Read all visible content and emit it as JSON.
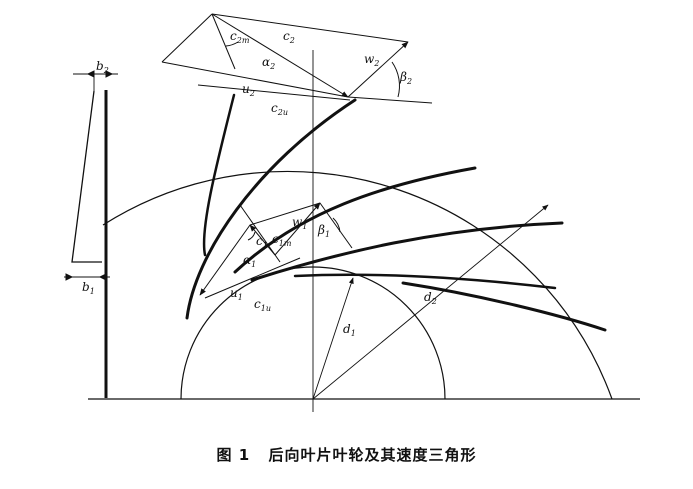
{
  "caption": {
    "figure_number": "图 1",
    "title": "后向叶片叶轮及其速度三角形"
  },
  "labels": {
    "b2": {
      "main": "b",
      "sub": "2"
    },
    "b1": {
      "main": "b",
      "sub": "1"
    },
    "c2": {
      "main": "c",
      "sub": "2"
    },
    "w2": {
      "main": "w",
      "sub": "2"
    },
    "beta2": {
      "main": "β",
      "sub": "2"
    },
    "alpha2": {
      "main": "α",
      "sub": "2"
    },
    "c2m": {
      "main": "c",
      "sub": "2m"
    },
    "u2": {
      "main": "u",
      "sub": "2"
    },
    "c2u": {
      "main": "c",
      "sub": "2u"
    },
    "w1": {
      "main": "w",
      "sub": "1"
    },
    "beta1": {
      "main": "β",
      "sub": "1"
    },
    "c1": {
      "main": "c",
      "sub": "1"
    },
    "c1m": {
      "main": "c",
      "sub": "1m"
    },
    "alpha1": {
      "main": "α",
      "sub": "1"
    },
    "u1": {
      "main": "u",
      "sub": "1"
    },
    "c1u": {
      "main": "c",
      "sub": "1u"
    },
    "d1": {
      "main": "d",
      "sub": "1"
    },
    "d2": {
      "main": "d",
      "sub": "2"
    }
  },
  "colors": {
    "ink": "#111111",
    "paper": "#ffffff"
  }
}
